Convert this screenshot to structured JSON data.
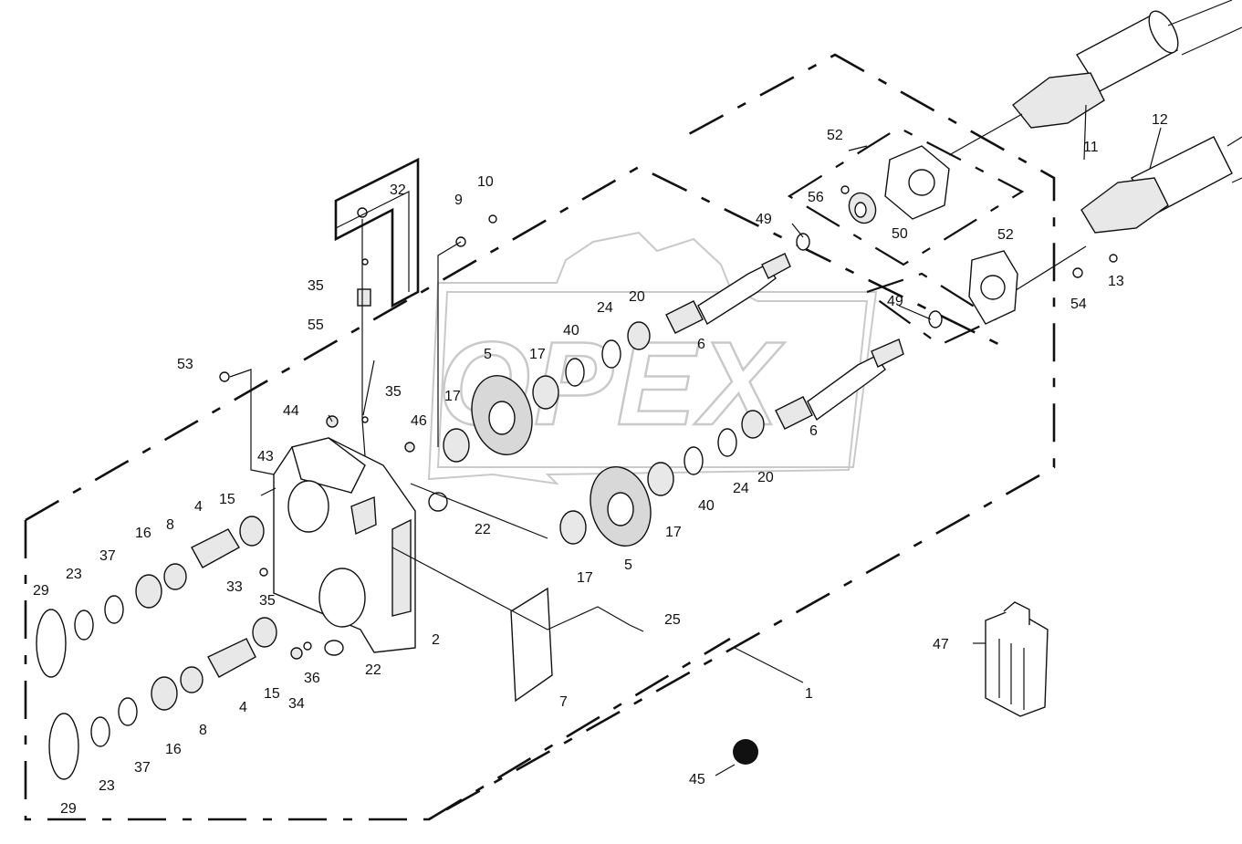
{
  "watermark": {
    "text": "OPEX"
  },
  "callouts": [
    {
      "id": "c1",
      "label": "1"
    },
    {
      "id": "c2",
      "label": "2"
    },
    {
      "id": "c4a",
      "label": "4"
    },
    {
      "id": "c4b",
      "label": "4"
    },
    {
      "id": "c5a",
      "label": "5"
    },
    {
      "id": "c5b",
      "label": "5"
    },
    {
      "id": "c6a",
      "label": "6"
    },
    {
      "id": "c6b",
      "label": "6"
    },
    {
      "id": "c7",
      "label": "7"
    },
    {
      "id": "c8a",
      "label": "8"
    },
    {
      "id": "c8b",
      "label": "8"
    },
    {
      "id": "c9",
      "label": "9"
    },
    {
      "id": "c10",
      "label": "10"
    },
    {
      "id": "c11",
      "label": "11"
    },
    {
      "id": "c12",
      "label": "12"
    },
    {
      "id": "c13",
      "label": "13"
    },
    {
      "id": "c15a",
      "label": "15"
    },
    {
      "id": "c15b",
      "label": "15"
    },
    {
      "id": "c16a",
      "label": "16"
    },
    {
      "id": "c16b",
      "label": "16"
    },
    {
      "id": "c17a",
      "label": "17"
    },
    {
      "id": "c17b",
      "label": "17"
    },
    {
      "id": "c17c",
      "label": "17"
    },
    {
      "id": "c17d",
      "label": "17"
    },
    {
      "id": "c20a",
      "label": "20"
    },
    {
      "id": "c20b",
      "label": "20"
    },
    {
      "id": "c22a",
      "label": "22"
    },
    {
      "id": "c22b",
      "label": "22"
    },
    {
      "id": "c23a",
      "label": "23"
    },
    {
      "id": "c23b",
      "label": "23"
    },
    {
      "id": "c24a",
      "label": "24"
    },
    {
      "id": "c24b",
      "label": "24"
    },
    {
      "id": "c25",
      "label": "25"
    },
    {
      "id": "c29a",
      "label": "29"
    },
    {
      "id": "c29b",
      "label": "29"
    },
    {
      "id": "c32",
      "label": "32"
    },
    {
      "id": "c33",
      "label": "33"
    },
    {
      "id": "c34",
      "label": "34"
    },
    {
      "id": "c35a",
      "label": "35"
    },
    {
      "id": "c35b",
      "label": "35"
    },
    {
      "id": "c35c",
      "label": "35"
    },
    {
      "id": "c36",
      "label": "36"
    },
    {
      "id": "c37a",
      "label": "37"
    },
    {
      "id": "c37b",
      "label": "37"
    },
    {
      "id": "c40a",
      "label": "40"
    },
    {
      "id": "c40b",
      "label": "40"
    },
    {
      "id": "c43",
      "label": "43"
    },
    {
      "id": "c44",
      "label": "44"
    },
    {
      "id": "c45",
      "label": "45"
    },
    {
      "id": "c46",
      "label": "46"
    },
    {
      "id": "c47",
      "label": "47"
    },
    {
      "id": "c49a",
      "label": "49"
    },
    {
      "id": "c49b",
      "label": "49"
    },
    {
      "id": "c50",
      "label": "50"
    },
    {
      "id": "c52a",
      "label": "52"
    },
    {
      "id": "c52b",
      "label": "52"
    },
    {
      "id": "c53",
      "label": "53"
    },
    {
      "id": "c54",
      "label": "54"
    },
    {
      "id": "c55",
      "label": "55"
    },
    {
      "id": "c56",
      "label": "56"
    }
  ]
}
